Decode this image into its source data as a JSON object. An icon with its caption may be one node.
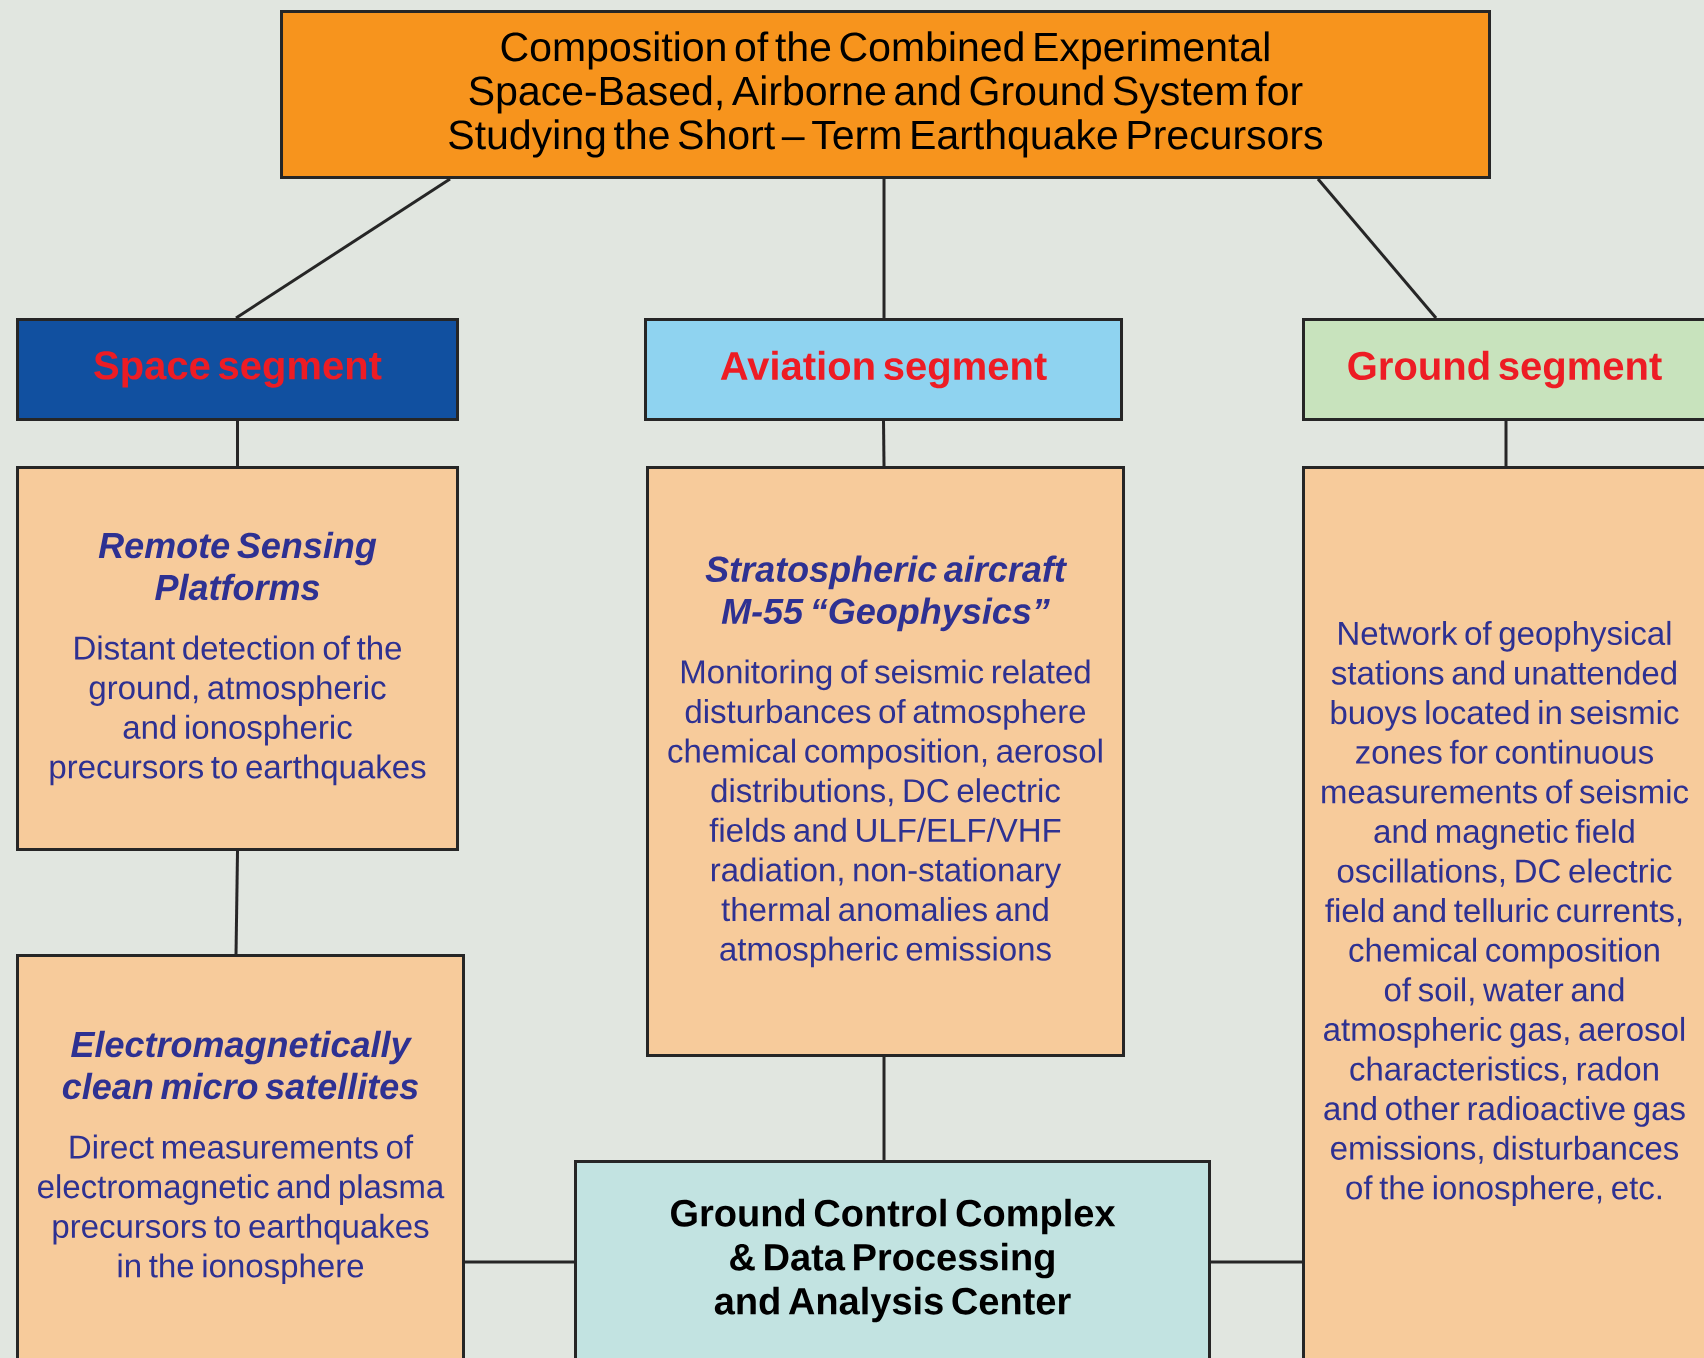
{
  "diagram": {
    "nodes": [
      {
        "text": [
          "Composition of the Combined Experimental Space-Based, Airborne and Ground System for Studying the Short – Term Earthquake Precursors"
        ]
      },
      {
        "text": [
          "Space segment"
        ]
      },
      {
        "text": [
          "Aviation segment"
        ]
      },
      {
        "text": [
          "Ground segment"
        ]
      },
      {
        "text": [
          "Remote Sensing Platforms",
          "Distant detection of the ground, atmospheric and ionospheric precursors to earthquakes"
        ]
      },
      {
        "text": [
          "Stratospheric aircraft M-55 “Geophysics”",
          "Monitoring of seismic related disturbances of atmosphere chemical composition, aerosol distributions, DC electric fields and ULF/ELF/VHF radiation, non-stationary thermal anomalies and atmospheric emissions"
        ]
      },
      {
        "text": [
          "Network of geophysical stations and unattended buoys located in seismic zones for continuous measurements of seismic and magnetic field oscillations, DC electric field and telluric currents, chemical composition of soil, water and atmospheric gas, aerosol characteristics, radon and other radioactive gas emissions, disturbances of the ionosphere, etc."
        ]
      },
      {
        "text": [
          "Electromagnetically clean micro satellites",
          "Direct measurements of electromagnetic and plasma precursors to earthquakes in the ionosphere"
        ]
      },
      {
        "text": [
          "Ground Control Complex & Data Processing and Analysis Center"
        ]
      }
    ],
    "edges": [
      {
        "from": 0,
        "to": 1,
        "arrow": "none"
      },
      {
        "from": 0,
        "to": 2,
        "arrow": "none"
      },
      {
        "from": 0,
        "to": 3,
        "arrow": "none"
      },
      {
        "from": 1,
        "to": 4,
        "arrow": "none"
      },
      {
        "from": 2,
        "to": 5,
        "arrow": "none"
      },
      {
        "from": 3,
        "to": 6,
        "arrow": "none"
      },
      {
        "from": 4,
        "to": 7,
        "arrow": "none"
      },
      {
        "from": 5,
        "to": 8,
        "arrow": "none"
      },
      {
        "from": 7,
        "to": 8,
        "arrow": "none"
      },
      {
        "from": 8,
        "to": 6,
        "arrow": "none"
      }
    ]
  }
}
